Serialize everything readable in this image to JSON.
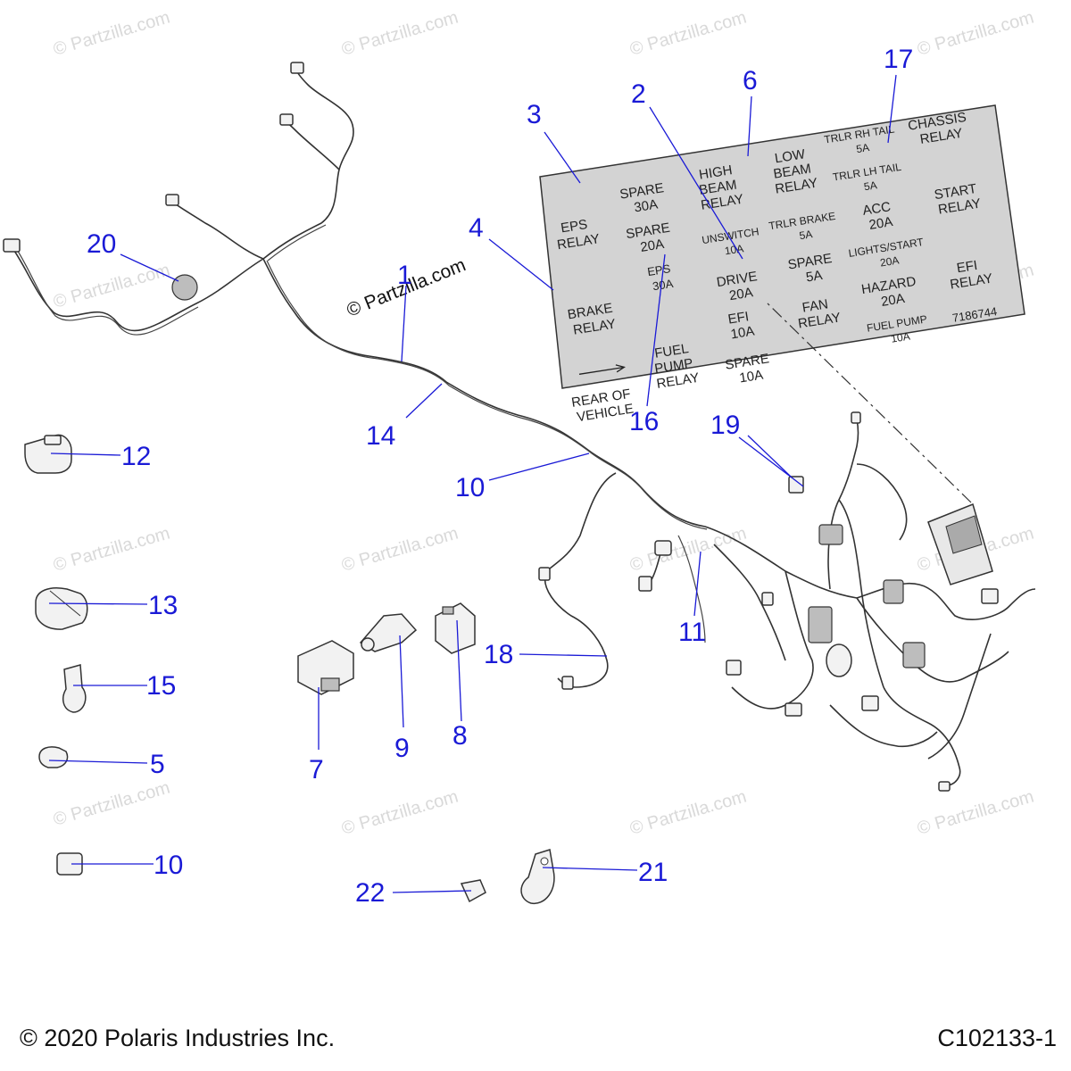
{
  "watermark": "© Partzilla.com",
  "center_watermark": "© Partzilla.com",
  "fuse_label": {
    "cells": [
      {
        "id": "eps-relay",
        "lines": [
          "EPS",
          "RELAY"
        ]
      },
      {
        "id": "spare-30a-top",
        "lines": [
          "SPARE",
          "30A"
        ]
      },
      {
        "id": "spare-20a",
        "lines": [
          "SPARE",
          "20A"
        ]
      },
      {
        "id": "high-beam-relay",
        "lines": [
          "HIGH",
          "BEAM",
          "RELAY"
        ]
      },
      {
        "id": "low-beam-relay",
        "lines": [
          "LOW",
          "BEAM",
          "RELAY"
        ]
      },
      {
        "id": "trlr-rh-tail",
        "lines": [
          "TRLR RH TAIL",
          "5A"
        ]
      },
      {
        "id": "chassis-relay",
        "lines": [
          "CHASSIS",
          "RELAY"
        ]
      },
      {
        "id": "trlr-lh-tail",
        "lines": [
          "TRLR LH TAIL",
          "5A"
        ]
      },
      {
        "id": "unswitch",
        "lines": [
          "UNSWITCH",
          "10A"
        ]
      },
      {
        "id": "trlr-brake",
        "lines": [
          "TRLR BRAKE",
          "5A"
        ]
      },
      {
        "id": "acc",
        "lines": [
          "ACC",
          "20A"
        ]
      },
      {
        "id": "start-relay",
        "lines": [
          "START",
          "RELAY"
        ]
      },
      {
        "id": "eps-30a",
        "lines": [
          "EPS",
          "30A"
        ]
      },
      {
        "id": "brake-relay",
        "lines": [
          "BRAKE",
          "RELAY"
        ]
      },
      {
        "id": "drive",
        "lines": [
          "DRIVE",
          "20A"
        ]
      },
      {
        "id": "spare-5a",
        "lines": [
          "SPARE",
          "5A"
        ]
      },
      {
        "id": "lights-start",
        "lines": [
          "LIGHTS/START",
          "20A"
        ]
      },
      {
        "id": "hazard",
        "lines": [
          "HAZARD",
          "20A"
        ]
      },
      {
        "id": "efi-10a",
        "lines": [
          "EFI",
          "10A"
        ]
      },
      {
        "id": "efi-relay",
        "lines": [
          "EFI",
          "RELAY"
        ]
      },
      {
        "id": "fan-relay",
        "lines": [
          "FAN",
          "RELAY"
        ]
      },
      {
        "id": "fuel-pump-10a",
        "lines": [
          "FUEL PUMP",
          "10A"
        ]
      },
      {
        "id": "fuel-pump-relay",
        "lines": [
          "FUEL",
          "PUMP",
          "RELAY"
        ]
      },
      {
        "id": "spare-10a",
        "lines": [
          "SPARE",
          "10A"
        ]
      },
      {
        "id": "part-number",
        "lines": [
          "7186744"
        ]
      },
      {
        "id": "rear-of-vehicle",
        "lines": [
          "REAR OF",
          "VEHICLE"
        ]
      }
    ]
  },
  "callouts": [
    "1",
    "2",
    "3",
    "4",
    "5",
    "6",
    "7",
    "8",
    "9",
    "10",
    "10",
    "11",
    "12",
    "13",
    "14",
    "15",
    "16",
    "17",
    "18",
    "19",
    "20",
    "21",
    "22"
  ],
  "footer": {
    "copyright": "© 2020 Polaris Industries Inc.",
    "diagram_id": "C102133-1"
  },
  "colors": {
    "callout": "#1a1ad6",
    "label_fill": "#d3d3d3",
    "line": "#333333"
  }
}
